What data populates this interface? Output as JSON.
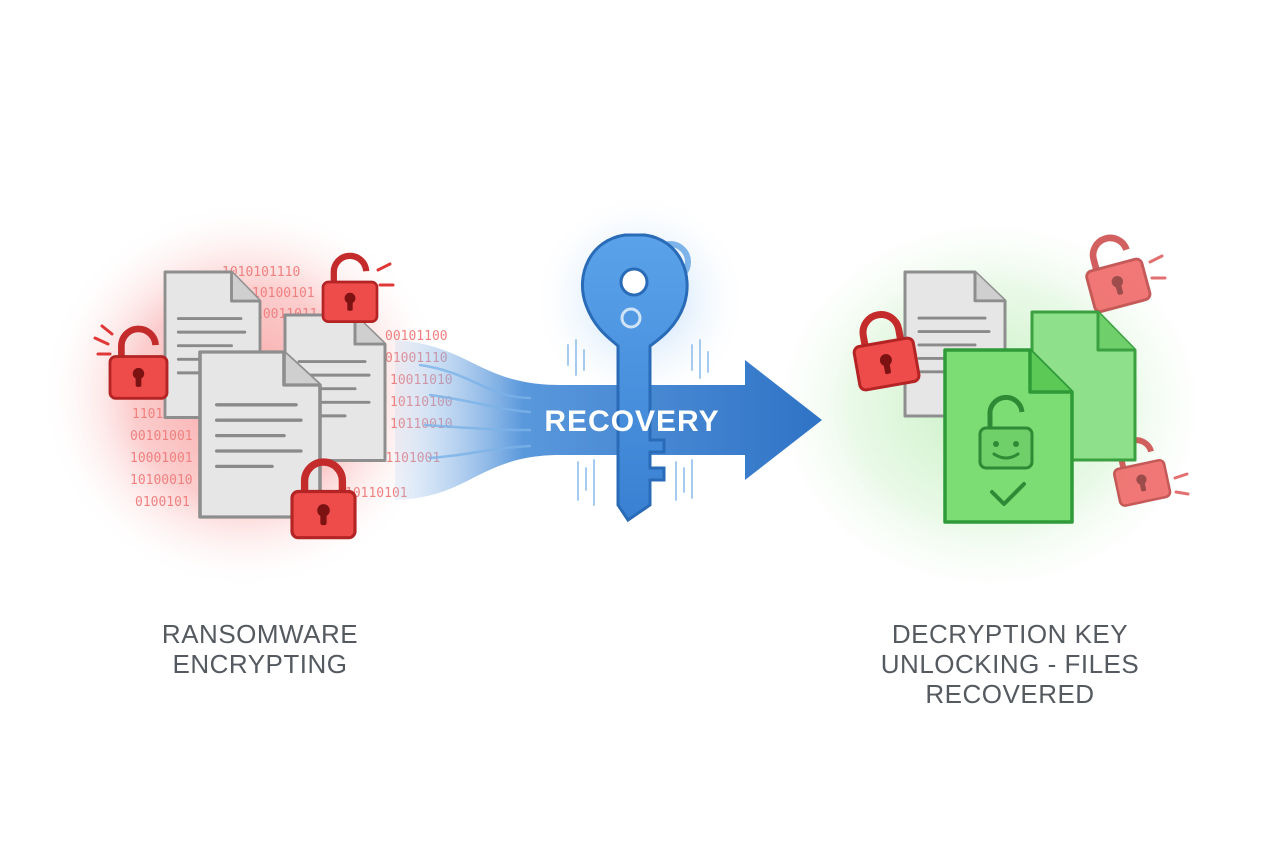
{
  "left_panel": {
    "caption_lines": [
      "RANSOMWARE",
      "ENCRYPTING"
    ],
    "binary_lines": [
      "1010101110",
      "10100101",
      "10011011",
      "00101100",
      "01001110",
      "10011010",
      "10110100",
      "10110010",
      "11010101",
      "00101001",
      "10001001",
      "10100010",
      "0100101",
      "1001101001",
      "10110101"
    ],
    "glow_color": "#f04848"
  },
  "arrow": {
    "label": "RECOVERY",
    "color": "#3d7fd0"
  },
  "right_panel": {
    "caption_lines": [
      "DECRYPTION KEY",
      "UNLOCKING - FILES",
      "RECOVERED"
    ],
    "glow_color": "#6fd86a"
  },
  "icons": [
    "document-icon",
    "padlock-closed-icon",
    "padlock-open-icon",
    "key-icon",
    "gear-icon",
    "arrow-icon",
    "smiley-padlock-icon",
    "checkmark-icon",
    "binary-code-icon"
  ]
}
